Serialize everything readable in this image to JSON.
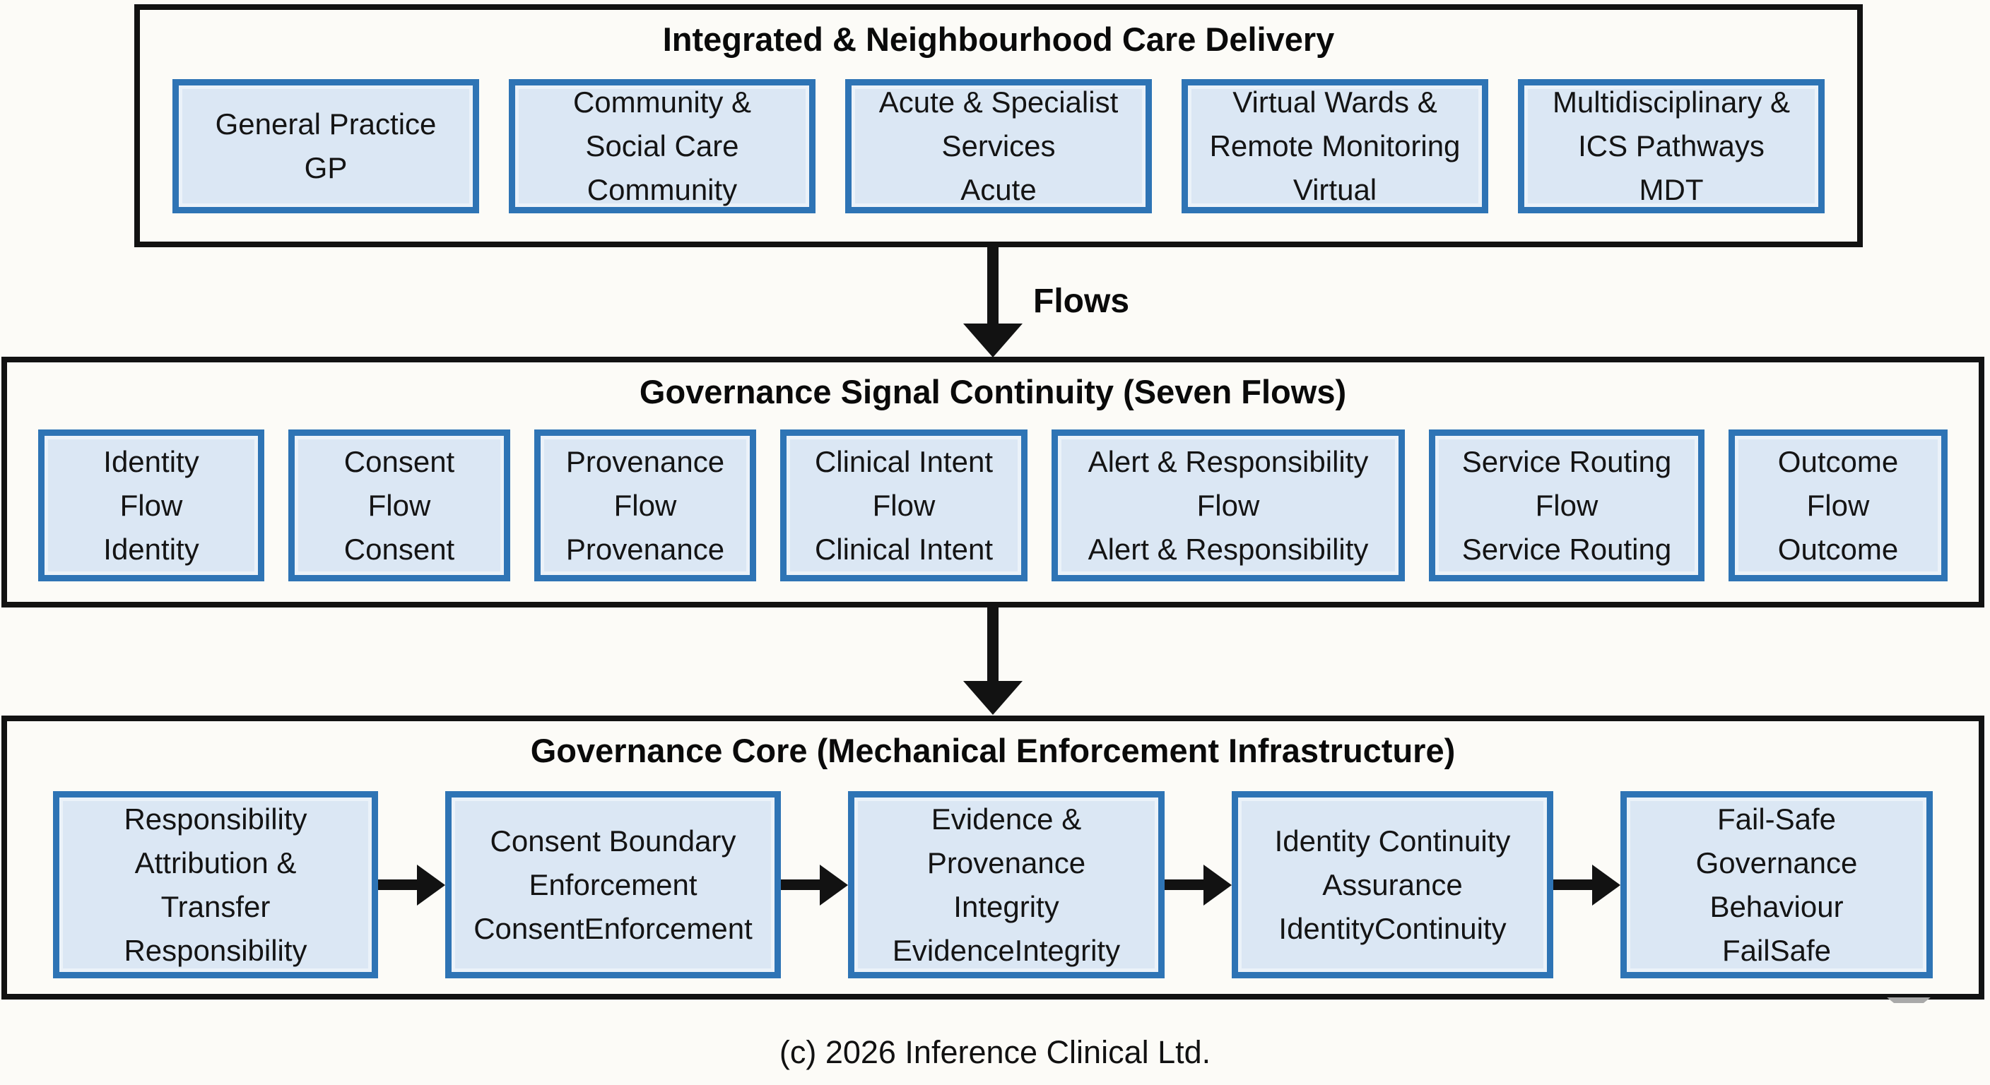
{
  "colors": {
    "page_bg": "#fcfbf7",
    "outline": "#121212",
    "box_fill": "#dbe7f4",
    "box_border": "#2e74b5",
    "watermark": "#a9a9a9"
  },
  "diagram": {
    "top": {
      "title": "Integrated & Neighbourhood Care Delivery",
      "boxes": [
        {
          "lines": [
            "General Practice",
            "GP"
          ]
        },
        {
          "lines": [
            "Community &",
            "Social Care",
            "Community"
          ]
        },
        {
          "lines": [
            "Acute & Specialist",
            "Services",
            "Acute"
          ]
        },
        {
          "lines": [
            "Virtual Wards &",
            "Remote Monitoring",
            "Virtual"
          ]
        },
        {
          "lines": [
            "Multidisciplinary &",
            "ICS Pathways",
            "MDT"
          ]
        }
      ]
    },
    "flow_arrow": {
      "label": "Flows"
    },
    "middle": {
      "title": "Governance Signal Continuity (Seven Flows)",
      "boxes": [
        {
          "lines": [
            "Identity",
            "Flow",
            "Identity"
          ]
        },
        {
          "lines": [
            "Consent",
            "Flow",
            "Consent"
          ]
        },
        {
          "lines": [
            "Provenance",
            "Flow",
            "Provenance"
          ]
        },
        {
          "lines": [
            "Clinical Intent",
            "Flow",
            "Clinical Intent"
          ]
        },
        {
          "lines": [
            "Alert & Responsibility",
            "Flow",
            "Alert & Responsibility"
          ]
        },
        {
          "lines": [
            "Service Routing",
            "Flow",
            "Service Routing"
          ]
        },
        {
          "lines": [
            "Outcome",
            "Flow",
            "Outcome"
          ]
        }
      ]
    },
    "bottom": {
      "title": "Governance Core (Mechanical Enforcement Infrastructure)",
      "boxes": [
        {
          "lines": [
            "Responsibility",
            "Attribution &",
            "Transfer",
            "Responsibility"
          ]
        },
        {
          "lines": [
            "Consent Boundary",
            "Enforcement",
            "ConsentEnforcement"
          ]
        },
        {
          "lines": [
            "Evidence &",
            "Provenance",
            "Integrity",
            "EvidenceIntegrity"
          ]
        },
        {
          "lines": [
            "Identity Continuity",
            "Assurance",
            "IdentityContinuity"
          ]
        },
        {
          "lines": [
            "Fail-Safe",
            "Governance",
            "Behaviour",
            "FailSafe"
          ]
        }
      ]
    },
    "footer": {
      "copyright": "(c) 2026 Inference Clinical Ltd."
    }
  }
}
